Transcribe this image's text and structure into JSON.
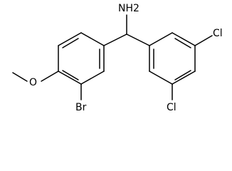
{
  "molecule": {
    "atoms": {
      "amine": "NH2",
      "chloro_top": "Cl",
      "chloro_bottom": "Cl",
      "bromo": "Br",
      "oxygen": "O"
    },
    "colors": {
      "bond": "#000000",
      "label": "#000000",
      "background": "#ffffff"
    }
  }
}
